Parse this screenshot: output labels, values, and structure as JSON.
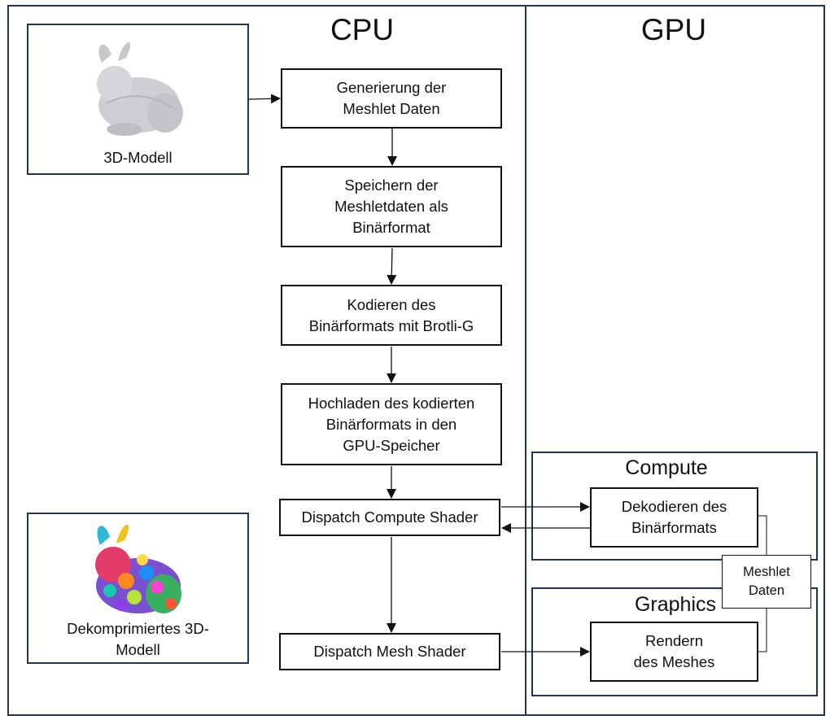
{
  "columns": {
    "cpu": "CPU",
    "gpu": "GPU"
  },
  "models": {
    "input": "3D-Modell",
    "output": "Dekomprimiertes 3D-\nModell"
  },
  "steps": {
    "generate": "Generierung der\nMeshlet Daten",
    "store": "Speichern der\nMeshletdaten als\nBinärformat",
    "encode": "Kodieren des\nBinärformats mit Brotli-G",
    "upload": "Hochladen des kodierten\nBinärformats in den\nGPU-Speicher",
    "dispatch_compute": "Dispatch Compute Shader",
    "dispatch_mesh": "Dispatch Mesh Shader"
  },
  "gpu": {
    "compute_title": "Compute",
    "decode": "Dekodieren des\nBinärformats",
    "meshlet_data": "Meshlet\nDaten",
    "graphics_title": "Graphics",
    "render": "Rendern\ndes Meshes"
  },
  "colors": {
    "frame": "#1f3550",
    "box": "#111111",
    "bunny_gray": "#cfcfd3"
  }
}
